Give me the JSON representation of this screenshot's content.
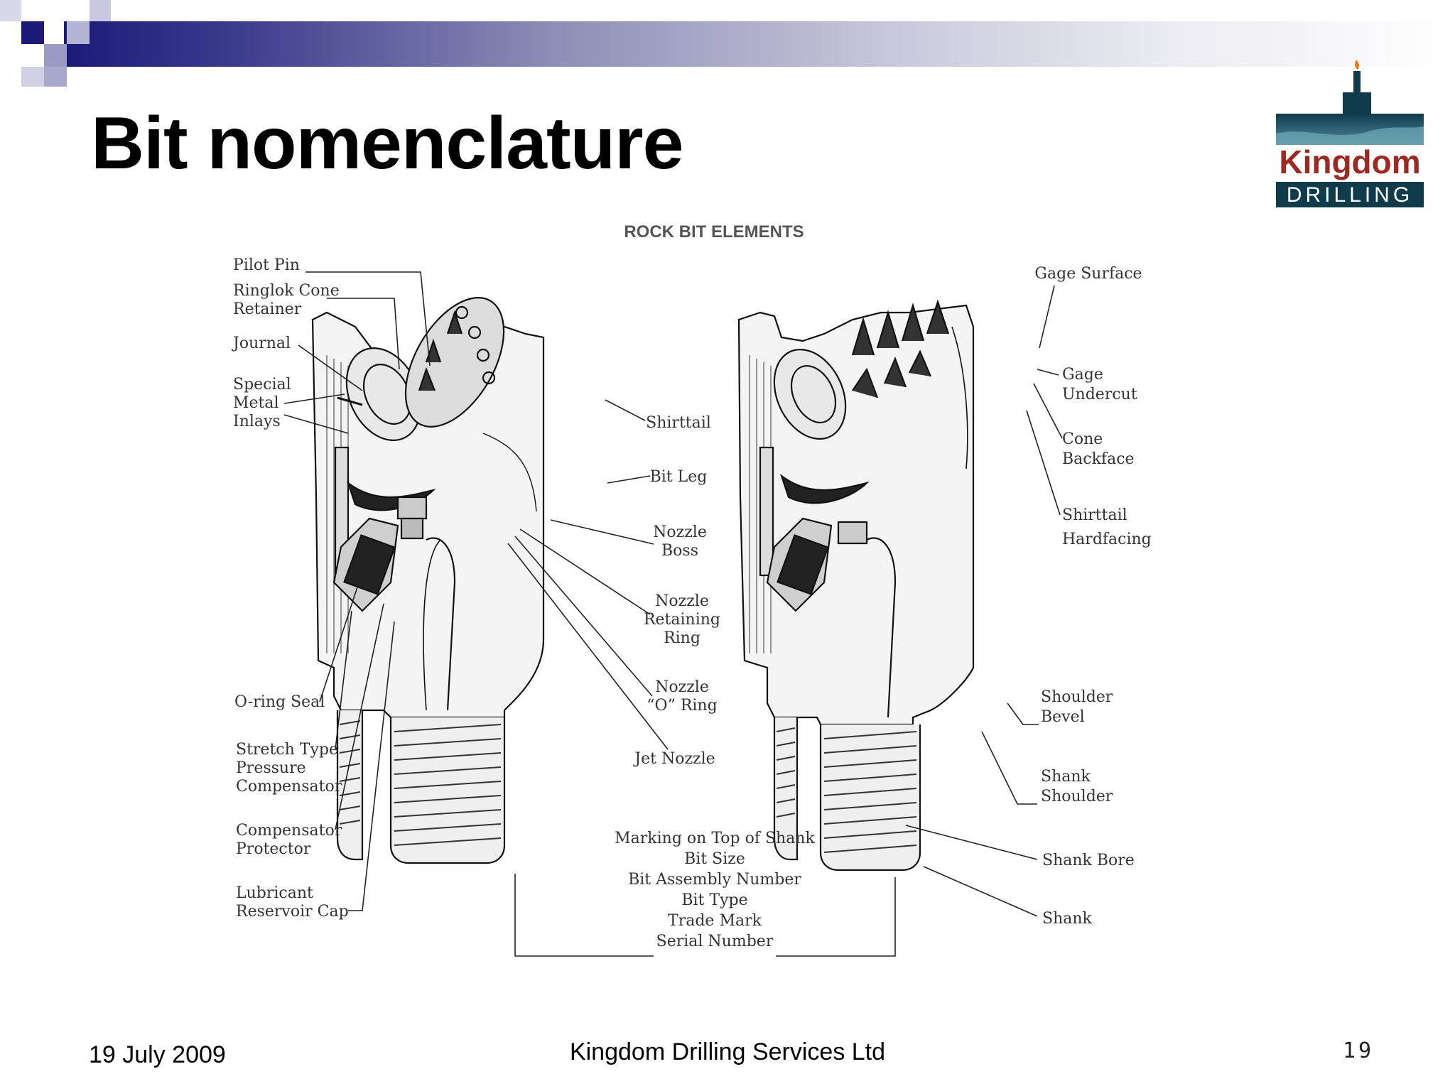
{
  "slide": {
    "title": "Bit nomenclature",
    "footer": {
      "date": "19 July 2009",
      "company": "Kingdom Drilling Services Ltd",
      "page": "19"
    }
  },
  "logo": {
    "line1": "Kingdom",
    "line2": "DRILLING"
  },
  "diagram": {
    "heading": "ROCK BIT ELEMENTS",
    "labels_left": {
      "pilot_pin": "Pilot Pin",
      "ringlok_1": "Ringlok Cone",
      "ringlok_2": "Retainer",
      "journal": "Journal",
      "special": "Special",
      "metal": "Metal",
      "inlays": "Inlays",
      "oring_seal": "O-ring Seal",
      "stretch_1": "Stretch Type",
      "stretch_2": "Pressure",
      "stretch_3": "Compensator",
      "comp_prot_1": "Compensator",
      "comp_prot_2": "Protector",
      "lub_1": "Lubricant",
      "lub_2": "Reservoir Cap"
    },
    "labels_center": {
      "shirttail": "Shirttail",
      "bit_leg": "Bit Leg",
      "nozzle_boss_1": "Nozzle",
      "nozzle_boss_2": "Boss",
      "nozzle_ret_1": "Nozzle",
      "nozzle_ret_2": "Retaining",
      "nozzle_ret_3": "Ring",
      "nozzle_o_1": "Nozzle",
      "nozzle_o_2": "“O” Ring",
      "jet_nozzle": "Jet Nozzle",
      "marking": [
        "Marking on Top of Shank",
        "Bit Size",
        "Bit Assembly Number",
        "Bit Type",
        "Trade Mark",
        "Serial Number"
      ]
    },
    "labels_right": {
      "gage_surface": "Gage Surface",
      "gage_1": "Gage",
      "gage_2": "Undercut",
      "cone_1": "Cone",
      "cone_2": "Backface",
      "shirttail_1": "Shirttail",
      "shirttail_2": "Hardfacing",
      "shoulder_1": "Shoulder",
      "shoulder_2": "Bevel",
      "shank_sh_1": "Shank",
      "shank_sh_2": "Shoulder",
      "shank_bore": "Shank Bore",
      "shank": "Shank"
    }
  }
}
